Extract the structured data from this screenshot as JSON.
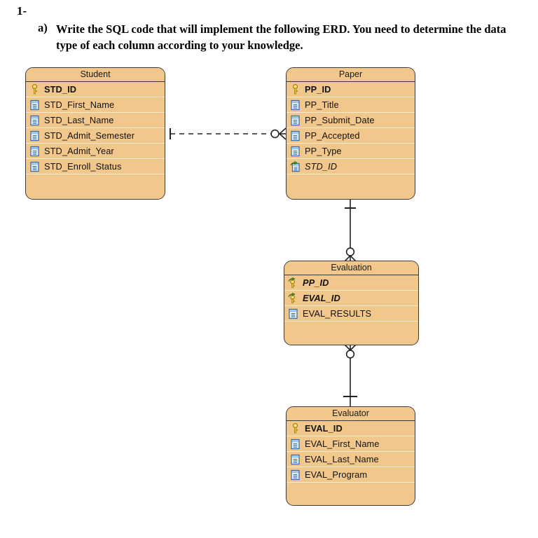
{
  "question": {
    "number": "1-",
    "marker": "a)",
    "text": "Write the SQL code that will implement the following ERD. You need to determine the data type of each column according to your knowledge."
  },
  "diagram": {
    "type": "erd",
    "notation": "crows-foot",
    "colors": {
      "entity_fill": "#F2C78C",
      "entity_border": "#3a3a3a",
      "row_separator": "#FBE9C8",
      "pk_icon": "#E8C83C",
      "fk_icon": "#4E9A2F",
      "column_icon": "#3C78C8",
      "connector": "#222222"
    },
    "entities": [
      {
        "name": "Student",
        "attributes": [
          {
            "label": "STD_ID",
            "icon": "primary-key-icon",
            "role": "pk"
          },
          {
            "label": "STD_First_Name",
            "icon": "column-icon",
            "role": "attr"
          },
          {
            "label": "STD_Last_Name",
            "icon": "column-icon",
            "role": "attr"
          },
          {
            "label": "STD_Admit_Semester",
            "icon": "column-icon",
            "role": "attr"
          },
          {
            "label": "STD_Admit_Year",
            "icon": "column-icon",
            "role": "attr"
          },
          {
            "label": "STD_Enroll_Status",
            "icon": "column-icon",
            "role": "attr"
          }
        ]
      },
      {
        "name": "Paper",
        "attributes": [
          {
            "label": "PP_ID",
            "icon": "primary-key-icon",
            "role": "pk"
          },
          {
            "label": "PP_Title",
            "icon": "column-icon",
            "role": "attr"
          },
          {
            "label": "PP_Submit_Date",
            "icon": "column-icon",
            "role": "attr"
          },
          {
            "label": "PP_Accepted",
            "icon": "column-icon",
            "role": "attr"
          },
          {
            "label": "PP_Type",
            "icon": "column-icon",
            "role": "attr"
          },
          {
            "label": "STD_ID",
            "icon": "foreign-key-column-icon",
            "role": "fk"
          }
        ]
      },
      {
        "name": "Evaluation",
        "attributes": [
          {
            "label": "PP_ID",
            "icon": "primary-foreign-key-icon",
            "role": "pkfk"
          },
          {
            "label": "EVAL_ID",
            "icon": "primary-foreign-key-icon",
            "role": "pkfk"
          },
          {
            "label": "EVAL_RESULTS",
            "icon": "column-icon",
            "role": "attr"
          }
        ]
      },
      {
        "name": "Evaluator",
        "attributes": [
          {
            "label": "EVAL_ID",
            "icon": "primary-key-icon",
            "role": "pk"
          },
          {
            "label": "EVAL_First_Name",
            "icon": "column-icon",
            "role": "attr"
          },
          {
            "label": "EVAL_Last_Name",
            "icon": "column-icon",
            "role": "attr"
          },
          {
            "label": "EVAL_Program",
            "icon": "column-icon",
            "role": "attr"
          }
        ]
      }
    ],
    "relationships": [
      {
        "from": "Student",
        "to": "Paper",
        "line_style": "dashed",
        "from_cardinality": "one",
        "to_cardinality": "zero-or-many"
      },
      {
        "from": "Paper",
        "to": "Evaluation",
        "line_style": "solid",
        "from_cardinality": "one",
        "to_cardinality": "zero-or-many"
      },
      {
        "from": "Evaluator",
        "to": "Evaluation",
        "line_style": "solid",
        "from_cardinality": "one",
        "to_cardinality": "zero-or-many"
      }
    ]
  }
}
